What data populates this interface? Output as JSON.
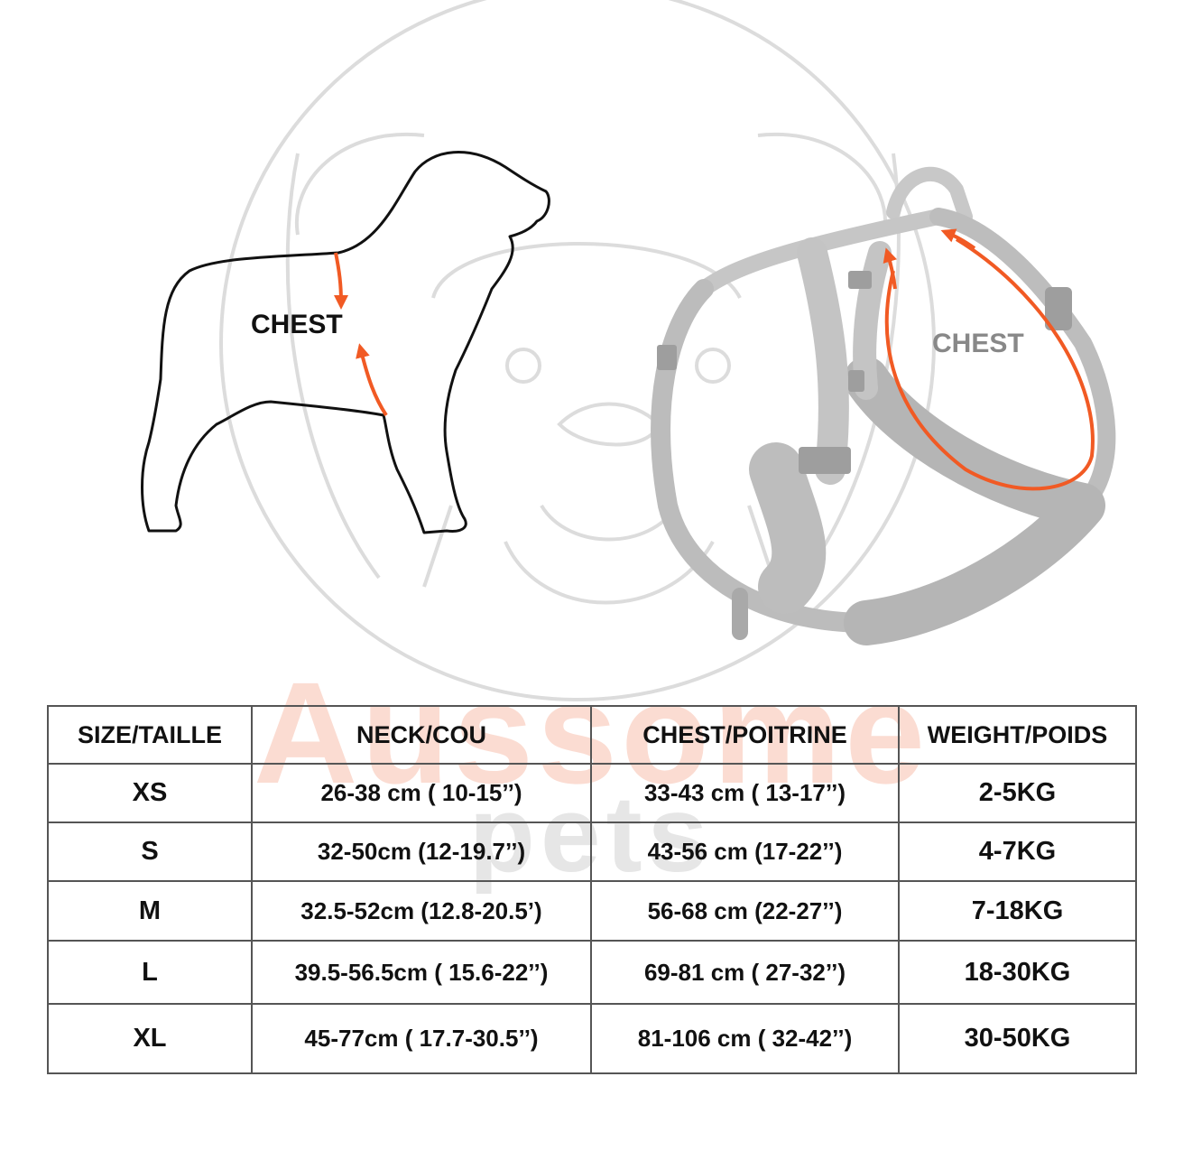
{
  "brand_watermark": {
    "brand": "Aussome",
    "sub": "pets"
  },
  "dog_diagram": {
    "label": "CHEST"
  },
  "harness_diagram": {
    "label": "CHEST"
  },
  "size_table": {
    "headers": [
      "SIZE/TAILLE",
      "NECK/COU",
      "CHEST/POITRINE",
      "WEIGHT/POIDS"
    ],
    "rows": [
      {
        "size": "XS",
        "neck": "26-38 cm ( 10-15’’)",
        "chest": "33-43 cm ( 13-17’’)",
        "weight": "2-5KG"
      },
      {
        "size": "S",
        "neck": "32-50cm (12-19.7’’)",
        "chest": "43-56 cm (17-22’’)",
        "weight": "4-7KG"
      },
      {
        "size": "M",
        "neck": "32.5-52cm (12.8-20.5’)",
        "chest": "56-68 cm (22-27’’)",
        "weight": "7-18KG"
      },
      {
        "size": "L",
        "neck": "39.5-56.5cm ( 15.6-22’’)",
        "chest": "69-81 cm ( 27-32’’)",
        "weight": "18-30KG"
      },
      {
        "size": "XL",
        "neck": "45-77cm ( 17.7-30.5’’)",
        "chest": "81-106 cm ( 32-42’’)",
        "weight": "30-50KG"
      }
    ]
  },
  "colors": {
    "accent_arrow": "#f15a24",
    "harness_gray": "#bdbdbd",
    "watermark_pink": "#fbdcd2",
    "border": "#555555"
  }
}
